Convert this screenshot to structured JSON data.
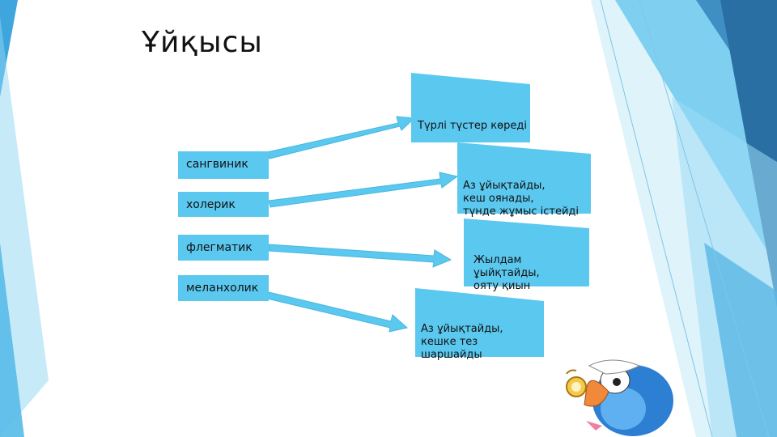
{
  "title": "Ұйқысы",
  "types": [
    {
      "label": "сангвиник"
    },
    {
      "label": "холерик"
    },
    {
      "label": "флегматик"
    },
    {
      "label": "меланхолик"
    }
  ],
  "descriptions": [
    {
      "text": "Түрлі түстер көреді"
    },
    {
      "text": "Аз ұйықтайды,\nкеш оянады,\nтүнде жұмыс істейді"
    },
    {
      "text": "Жылдам\n ұыйқтайды,\nояту қиын"
    },
    {
      "text": "Аз ұйықтайды,\nкешке тез\nшаршайды"
    }
  ],
  "colors": {
    "box": "#5bc8ef",
    "arrow": "#5bc8ef",
    "accent_dark": "#2a6fa3",
    "accent_light": "#86d3f3"
  },
  "icons": {
    "mascot": "cartoon-bird-with-pocket-watch-icon"
  }
}
